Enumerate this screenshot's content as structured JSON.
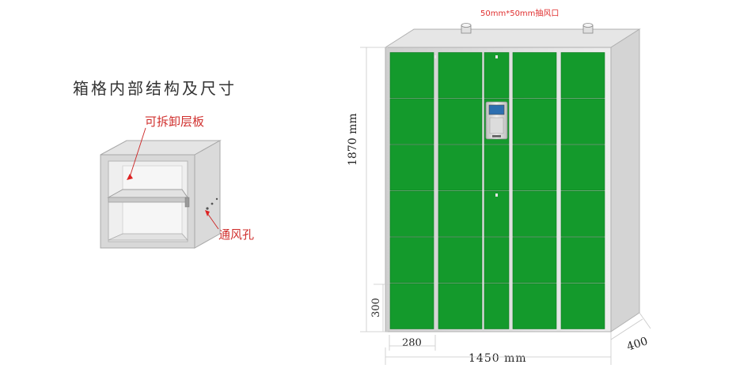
{
  "detail": {
    "title": "箱格内部结构及尺寸",
    "shelf_label": "可拆卸层板",
    "vent_label": "通风孔"
  },
  "cabinet": {
    "vent_top_label": "50mm*50mm抽风口",
    "height_label": "1870 mm",
    "row_height_label": "300",
    "col_width_label": "280",
    "width_label": "1450 mm",
    "depth_label": "400",
    "rows": 6,
    "columns": 5,
    "door_color": "#149a2c",
    "frame_color": "#d9d9d9"
  }
}
